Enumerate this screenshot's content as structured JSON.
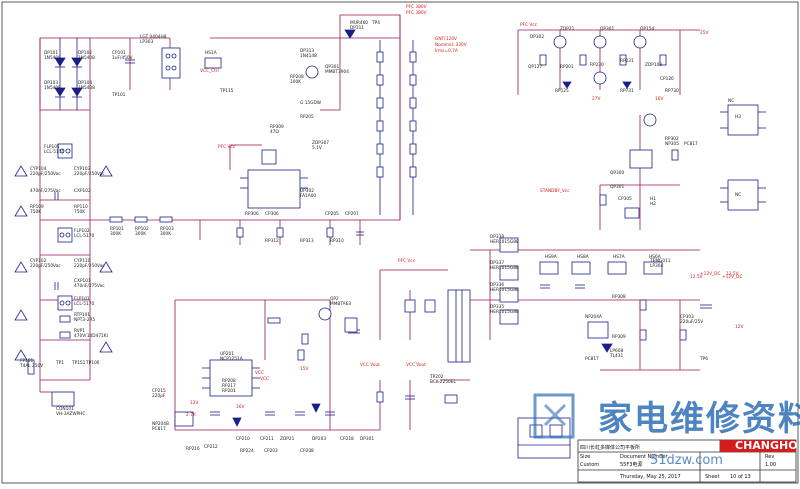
{
  "title_block": {
    "company": "四川长虹多媒体公司平板所",
    "doc_number_label": "Document Number",
    "doc_name": "55F3电源",
    "date_label": "Thursday, May 25, 2017",
    "sheet_label": "Sheet",
    "sheet_of": "10 of 13",
    "rev_label": "Rev",
    "rev": "1.00",
    "size_label": "Size",
    "size": "Custom",
    "brand": "CHANGHONG"
  },
  "watermark": {
    "text": "家电维修资料网",
    "sub": "51dzw.com"
  },
  "notes": {
    "rating": "GNT(120V\n  Nominal: 330V\n  Irms=0.7A",
    "pfc_label": "PFC 380V",
    "vout_12": "12.5V",
    "vout_pw": "+12V_DC",
    "vcc_label": "VCC"
  },
  "labels": [
    {
      "t": "DP101",
      "c": "b"
    },
    {
      "t": "1N5408",
      "c": "b"
    },
    {
      "t": "DP102",
      "c": "b"
    },
    {
      "t": "1N5408",
      "c": "b"
    },
    {
      "t": "DP103",
      "c": "b"
    },
    {
      "t": "1N5408",
      "c": "b"
    },
    {
      "t": "DP104",
      "c": "b"
    },
    {
      "t": "1N5408",
      "c": "b"
    },
    {
      "t": "CP101",
      "c": "b"
    },
    {
      "t": "1uF/450V",
      "c": "b"
    },
    {
      "t": "LGT 0404H8",
      "c": "b"
    },
    {
      "t": "LP303",
      "c": "b"
    },
    {
      "t": "HS1A",
      "c": "b"
    },
    {
      "t": "TP101",
      "c": "b"
    },
    {
      "t": "TP115",
      "c": "b"
    },
    {
      "t": "FLP105",
      "c": "b"
    },
    {
      "t": "LCL-5170",
      "c": "b"
    },
    {
      "t": "CYP104",
      "c": "b"
    },
    {
      "t": "220pF/250Vac",
      "c": "b"
    },
    {
      "t": "CYP103",
      "c": "b"
    },
    {
      "t": "220pF/250Vac",
      "c": "b"
    },
    {
      "t": "470nF/275Vac",
      "c": "b"
    },
    {
      "t": "CXP102",
      "c": "b"
    },
    {
      "t": "RP109",
      "c": "b"
    },
    {
      "t": "750K",
      "c": "b"
    },
    {
      "t": "RP110",
      "c": "b"
    },
    {
      "t": "750K",
      "c": "b"
    },
    {
      "t": "RP101",
      "c": "b"
    },
    {
      "t": "300K",
      "c": "b"
    },
    {
      "t": "RP102",
      "c": "b"
    },
    {
      "t": "300K",
      "c": "b"
    },
    {
      "t": "RP103",
      "c": "b"
    },
    {
      "t": "300K",
      "c": "b"
    },
    {
      "t": "FLP102",
      "c": "b"
    },
    {
      "t": "LCL-5170",
      "c": "b"
    },
    {
      "t": "CYP102",
      "c": "b"
    },
    {
      "t": "220pF/250Vac",
      "c": "b"
    },
    {
      "t": "CYP110",
      "c": "b"
    },
    {
      "t": "220pF/250Vac",
      "c": "b"
    },
    {
      "t": "CXP101",
      "c": "b"
    },
    {
      "t": "470nF/275Vac",
      "c": "b"
    },
    {
      "t": "FLP101",
      "c": "b"
    },
    {
      "t": "LCL-5170",
      "c": "b"
    },
    {
      "t": "RTP101",
      "c": "b"
    },
    {
      "t": "NPT3-2R5",
      "c": "b"
    },
    {
      "t": "RVP1",
      "c": "b"
    },
    {
      "t": "470V(14D471K)",
      "c": "b"
    },
    {
      "t": "FP101",
      "c": "b"
    },
    {
      "t": "T4AL 250V",
      "c": "b"
    },
    {
      "t": "TP1",
      "c": "b"
    },
    {
      "t": "TP151",
      "c": "b"
    },
    {
      "t": "TP100",
      "c": "b"
    },
    {
      "t": "CON101",
      "c": "b"
    },
    {
      "t": "VH-3AZWPHC",
      "c": "b"
    },
    {
      "t": "MUR460",
      "c": "b"
    },
    {
      "t": "DP311",
      "c": "b"
    },
    {
      "t": "TP4",
      "c": "b"
    },
    {
      "t": "DP313",
      "c": "b"
    },
    {
      "t": "1N4148",
      "c": "b"
    },
    {
      "t": "QP301",
      "c": "b"
    },
    {
      "t": "MMBT3904",
      "c": "b"
    },
    {
      "t": "RP208",
      "c": "b"
    },
    {
      "t": "100K",
      "c": "b"
    },
    {
      "t": "G 15GDW",
      "c": "b"
    },
    {
      "t": "RP205",
      "c": "b"
    },
    {
      "t": "RP309",
      "c": "b"
    },
    {
      "t": "47Ω",
      "c": "b"
    },
    {
      "t": "ZDP307",
      "c": "b"
    },
    {
      "t": "5.1V",
      "c": "b"
    },
    {
      "t": "UP302",
      "c": "b"
    },
    {
      "t": "FA1A00",
      "c": "b"
    },
    {
      "t": "RP306",
      "c": "b"
    },
    {
      "t": "CP306",
      "c": "b"
    },
    {
      "t": "CP205",
      "c": "b"
    },
    {
      "t": "CP207",
      "c": "b"
    },
    {
      "t": "RP312",
      "c": "b"
    },
    {
      "t": "RP313",
      "c": "b"
    },
    {
      "t": "RP310",
      "c": "b"
    },
    {
      "t": "DP338",
      "c": "b"
    },
    {
      "t": "HER1015G88",
      "c": "b"
    },
    {
      "t": "DP337",
      "c": "b"
    },
    {
      "t": "HER1015G88",
      "c": "b"
    },
    {
      "t": "DP336",
      "c": "b"
    },
    {
      "t": "HER1015G88",
      "c": "b"
    },
    {
      "t": "DP335",
      "c": "b"
    },
    {
      "t": "HER1015G88",
      "c": "b"
    },
    {
      "t": "HS9A",
      "c": "b"
    },
    {
      "t": "HS8A",
      "c": "b"
    },
    {
      "t": "HS7A",
      "c": "b"
    },
    {
      "t": "HS6A",
      "c": "b"
    },
    {
      "t": "TEMG011",
      "c": "b"
    },
    {
      "t": "LP304",
      "c": "b"
    },
    {
      "t": "RP308",
      "c": "b"
    },
    {
      "t": "RP309",
      "c": "b"
    },
    {
      "t": "CP303",
      "c": "b"
    },
    {
      "t": "220uF/25V",
      "c": "b"
    },
    {
      "t": "TP6",
      "c": "b"
    },
    {
      "t": "NP204A",
      "c": "b"
    },
    {
      "t": "PC817",
      "c": "b"
    },
    {
      "t": "LP608",
      "c": "b"
    },
    {
      "t": "TL431",
      "c": "b"
    },
    {
      "t": "TP202",
      "c": "b"
    },
    {
      "t": "BCK-2250EL",
      "c": "b"
    },
    {
      "t": "QP2",
      "c": "b"
    },
    {
      "t": "MMBTA63",
      "c": "b"
    },
    {
      "t": "UP201",
      "c": "b"
    },
    {
      "t": "NCP1251A",
      "c": "b"
    },
    {
      "t": "RP208",
      "c": "b"
    },
    {
      "t": "RP217",
      "c": "b"
    },
    {
      "t": "RP201",
      "c": "b"
    },
    {
      "t": "CP215",
      "c": "b"
    },
    {
      "t": "220pF",
      "c": "b"
    },
    {
      "t": "NP204B",
      "c": "b"
    },
    {
      "t": "PC817",
      "c": "b"
    },
    {
      "t": "RP216",
      "c": "b"
    },
    {
      "t": "CP212",
      "c": "b"
    },
    {
      "t": "CP210",
      "c": "b"
    },
    {
      "t": "CP211",
      "c": "b"
    },
    {
      "t": "ZDP21",
      "c": "b"
    },
    {
      "t": "DP203",
      "c": "b"
    },
    {
      "t": "RP224",
      "c": "b"
    },
    {
      "t": "CP203",
      "c": "b"
    },
    {
      "t": "CP208",
      "c": "b"
    },
    {
      "t": "CP218",
      "c": "b"
    },
    {
      "t": "DP301",
      "c": "b"
    },
    {
      "t": "DP302",
      "c": "b"
    },
    {
      "t": "ZDP21",
      "c": "b"
    },
    {
      "t": "QP301",
      "c": "b"
    },
    {
      "t": "QP154",
      "c": "b"
    },
    {
      "t": "QP127",
      "c": "b"
    },
    {
      "t": "RP201",
      "c": "b"
    },
    {
      "t": "RP230",
      "c": "b"
    },
    {
      "t": "RP231",
      "c": "b"
    },
    {
      "t": "ZDP103",
      "c": "b"
    },
    {
      "t": "CP126",
      "c": "b"
    },
    {
      "t": "RP125",
      "c": "b"
    },
    {
      "t": "RP731",
      "c": "b"
    },
    {
      "t": "RP730",
      "c": "b"
    },
    {
      "t": "RP302",
      "c": "b"
    },
    {
      "t": "NP305",
      "c": "b"
    },
    {
      "t": "PC817",
      "c": "b"
    },
    {
      "t": "QP300",
      "c": "b"
    },
    {
      "t": "QP301",
      "c": "b"
    },
    {
      "t": "CP305",
      "c": "b"
    },
    {
      "t": "H1",
      "c": "b"
    },
    {
      "t": "H2",
      "c": "b"
    },
    {
      "t": "H3",
      "c": "b"
    },
    {
      "t": "NC",
      "c": "b"
    },
    {
      "t": "NC",
      "c": "b"
    }
  ],
  "red_labels": [
    "PFC 380V",
    "VCC_Ctrl",
    "PFC Vcc",
    "PFC Vcc",
    "12.5V",
    "+12V_DC",
    "VCC",
    "VCC Vout",
    "VCC Vout",
    "15V",
    "16V",
    "12V",
    "2.7K",
    "PFC Vcc",
    "STANDBY_Vcc",
    "27V",
    "16V",
    "25V",
    "12V"
  ]
}
